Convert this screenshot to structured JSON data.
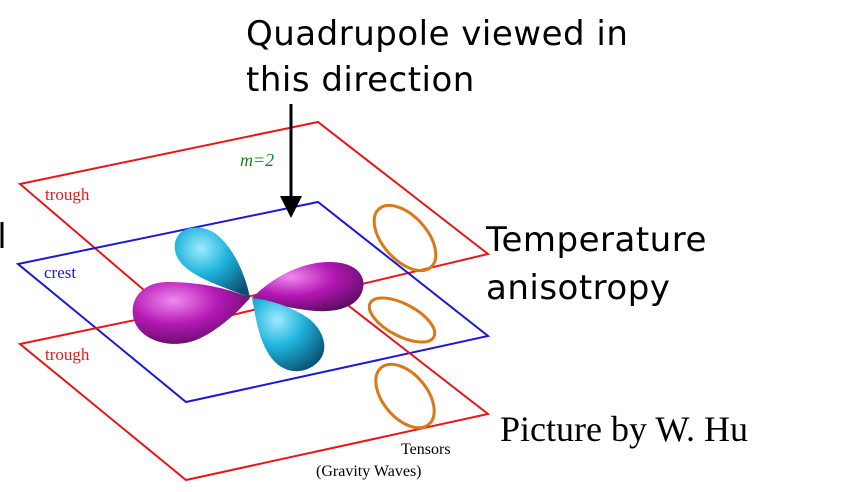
{
  "headline": {
    "line1": "Quadrupole viewed in",
    "line2": "this direction"
  },
  "mode_label": "m=2",
  "planes": {
    "top": "trough",
    "middle": "crest",
    "bottom": "trough"
  },
  "side_label": {
    "line1": "Temperature",
    "line2": "anisotropy"
  },
  "credit": "Picture by W. Hu",
  "footer": {
    "line1": "Tensors",
    "line2": "(Gravity Waves)"
  },
  "colors": {
    "trough_plane": "#e8161a",
    "crest_plane": "#1a1ad6",
    "lobe_cyan": "#17a9d4",
    "lobe_magenta": "#b015b0",
    "ellipse": "#d9791a",
    "mode_label": "#0c8a12"
  }
}
